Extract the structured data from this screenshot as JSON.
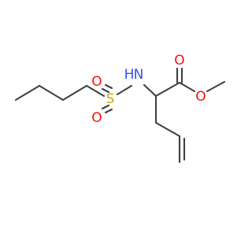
{
  "molecule": {
    "atoms": {
      "oxygen_top_left": {
        "symbol": "O",
        "color": "#ff0d0d"
      },
      "sulfur": {
        "symbol": "S",
        "color": "#c9a800"
      },
      "oxygen_bottom_left": {
        "symbol": "O",
        "color": "#ff0d0d"
      },
      "nitrogen": {
        "symbol": "N",
        "color": "#3050f8"
      },
      "nitrogen_hydrogen": {
        "symbol": "H",
        "color": "#3050f8"
      },
      "oxygen_carbonyl": {
        "symbol": "O",
        "color": "#ff0d0d"
      },
      "oxygen_ester": {
        "symbol": "O",
        "color": "#ff0d0d"
      }
    },
    "bond_color": "#404040"
  }
}
